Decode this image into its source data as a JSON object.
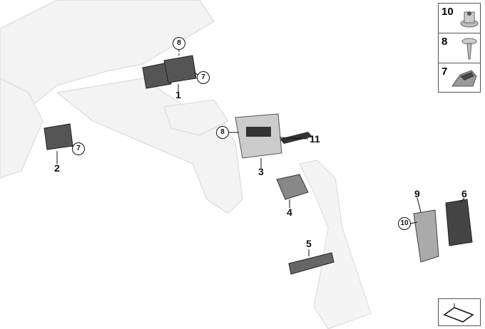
{
  "callouts": {
    "c1": "1",
    "c2": "2",
    "c3": "3",
    "c4": "4",
    "c5": "5",
    "c6": "6",
    "c9": "9",
    "c11": "11"
  },
  "circled": {
    "c8a": "8",
    "c7a": "7",
    "c7b": "7",
    "c8b": "8",
    "c10": "10"
  },
  "legend": [
    {
      "num": "10",
      "icon": "flange-nut-icon"
    },
    {
      "num": "8",
      "icon": "screw-icon"
    },
    {
      "num": "7",
      "icon": "clip-icon"
    }
  ]
}
